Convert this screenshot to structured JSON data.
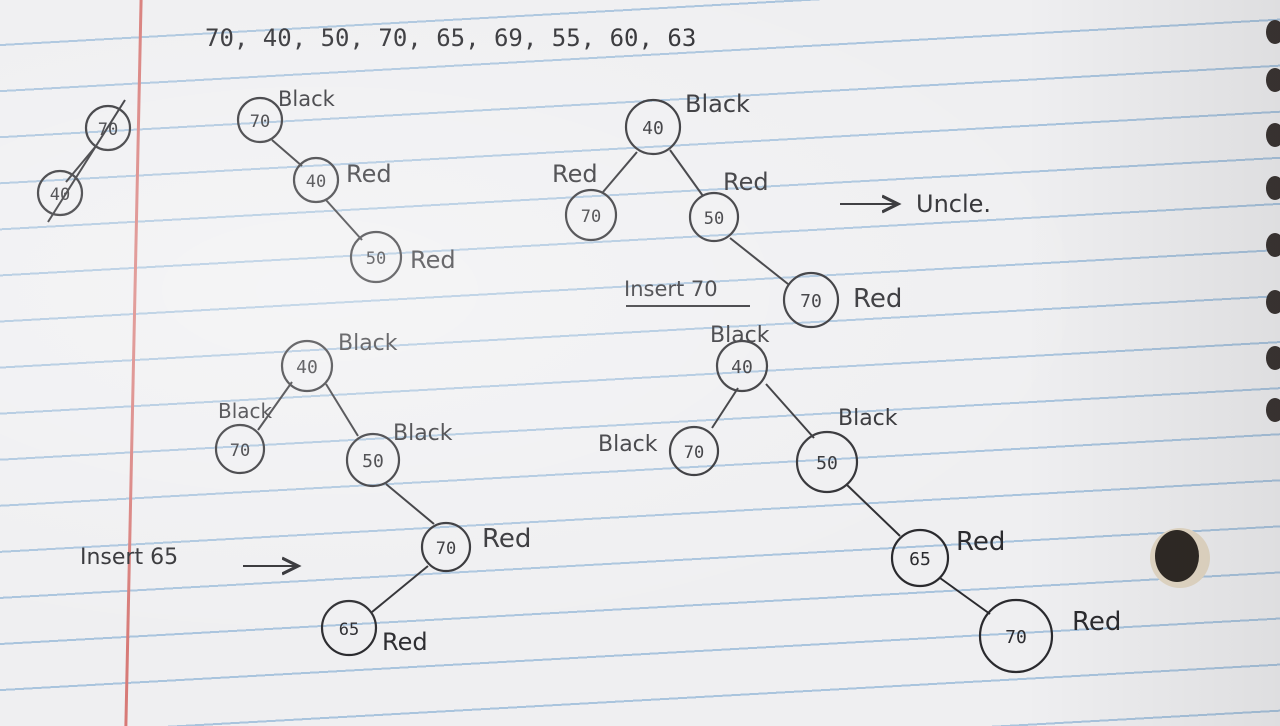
{
  "sequence": "70, 40, 50, 70, 65, 69, 55, 60, 63",
  "crossed_tree": {
    "top_key": "70",
    "bottom_key": "40"
  },
  "tree1": {
    "root": {
      "key": "70",
      "color": "Black"
    },
    "mid": {
      "key": "40",
      "color": "Red"
    },
    "leaf": {
      "key": "50",
      "color": "Red"
    }
  },
  "tree2": {
    "root": {
      "key": "40",
      "color": "Black"
    },
    "left": {
      "key": "70",
      "color": "Red"
    },
    "right": {
      "key": "50",
      "color": "Red"
    },
    "new": {
      "key": "70",
      "color": "Red"
    },
    "uncle_arrow": "→",
    "uncle_note": "Uncle.",
    "insert_caption": "Insert 70"
  },
  "tree3": {
    "root": {
      "key": "40",
      "color": "Black"
    },
    "left": {
      "key": "70",
      "color": "Black"
    },
    "right": {
      "key": "50",
      "color": "Black"
    },
    "right_child": {
      "key": "70",
      "color": "Red"
    },
    "new": {
      "key": "65",
      "color": "Red"
    },
    "insert_caption": "Insert 65",
    "insert_arrow": "→"
  },
  "tree4": {
    "root": {
      "key": "40",
      "color": "Black"
    },
    "left": {
      "key": "70",
      "color": "Black"
    },
    "right": {
      "key": "50",
      "color": "Black"
    },
    "right_child": {
      "key": "65",
      "color": "Red"
    },
    "grandchild": {
      "key": "70",
      "color": "Red"
    }
  },
  "colors": {
    "ink": "#2b2b2f",
    "rule_line": "#6fa0cd",
    "margin_line": "#d77a77",
    "paper": "#efeff1"
  }
}
